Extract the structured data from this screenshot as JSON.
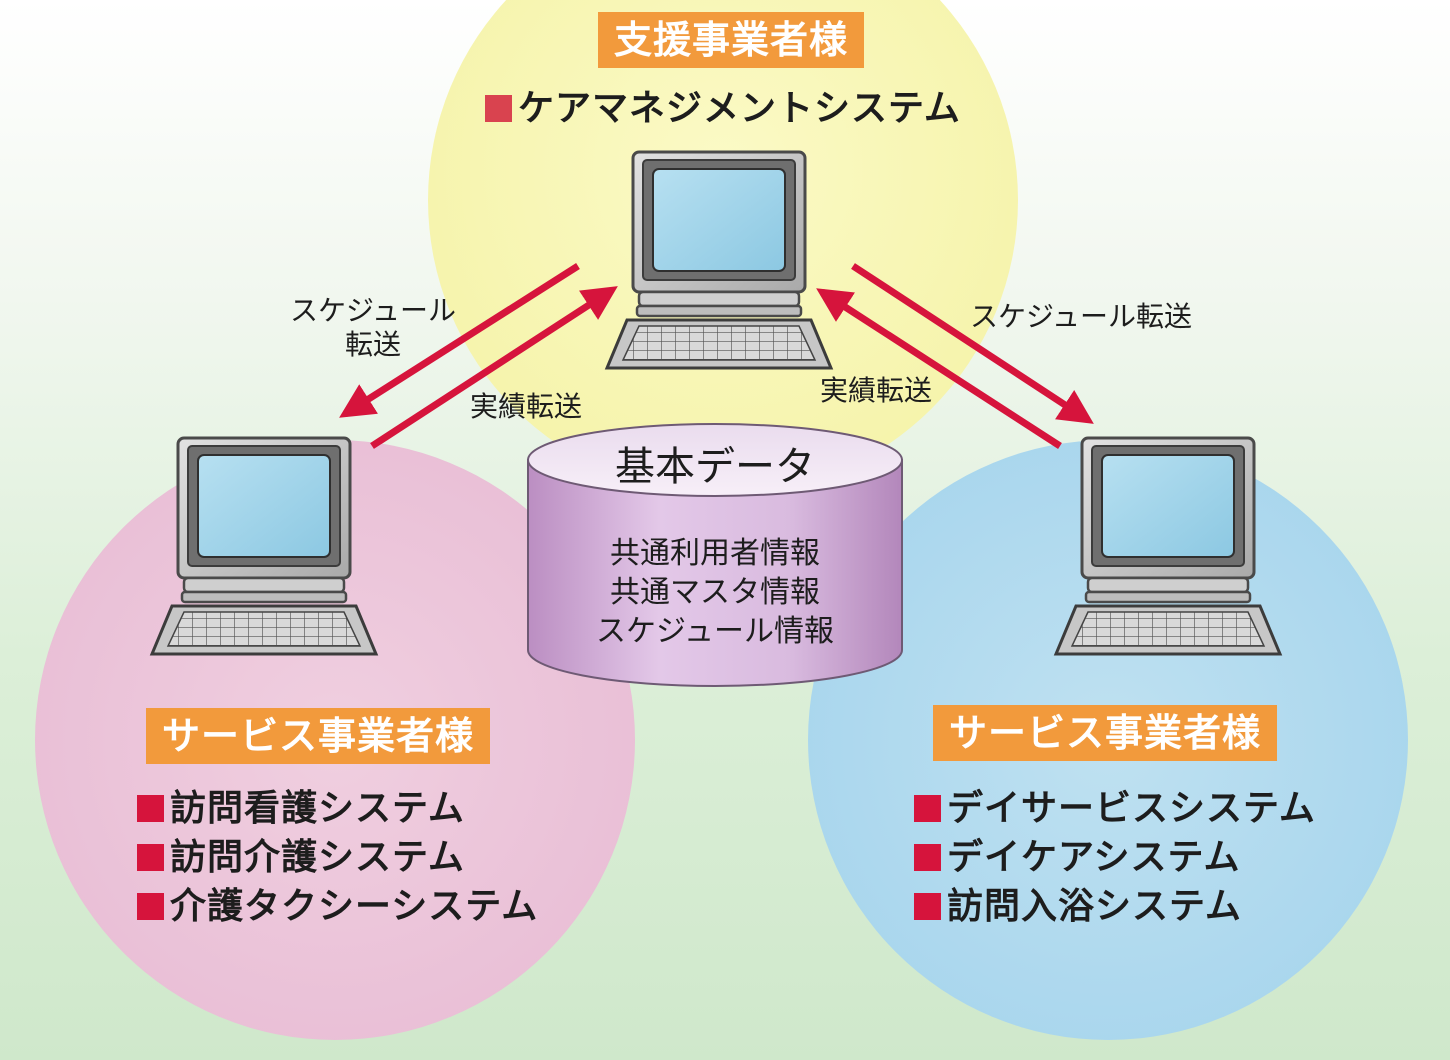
{
  "colors": {
    "top_circle": "#f6f4ad",
    "left_circle": "#e9bfd6",
    "right_circle": "#a9d6ed",
    "header_box": "#f29a3c",
    "arrow": "#d6143c",
    "bullet": "#d6143c",
    "database": "#d6b3dd",
    "monitor_screen": "#9fd3ea"
  },
  "support_provider": {
    "header": "支援事業者様",
    "systems": [
      "ケアマネジメントシステム"
    ]
  },
  "service_provider_left": {
    "header": "サービス事業者様",
    "systems": [
      "訪問看護システム",
      "訪問介護システム",
      "介護タクシーシステム"
    ]
  },
  "service_provider_right": {
    "header": "サービス事業者様",
    "systems": [
      "デイサービスシステム",
      "デイケアシステム",
      "訪問入浴システム"
    ]
  },
  "flows": {
    "left_schedule_line1": "スケジュール",
    "left_schedule_line2": "転送",
    "left_results": "実績転送",
    "right_schedule": "スケジュール転送",
    "right_results": "実績転送"
  },
  "database": {
    "title": "基本データ",
    "items": [
      "共通利用者情報",
      "共通マスタ情報",
      "スケジュール情報"
    ]
  },
  "icons": {
    "computer": "desktop-computer-icon",
    "database": "database-cylinder-icon",
    "bullet": "red-square-bullet"
  }
}
